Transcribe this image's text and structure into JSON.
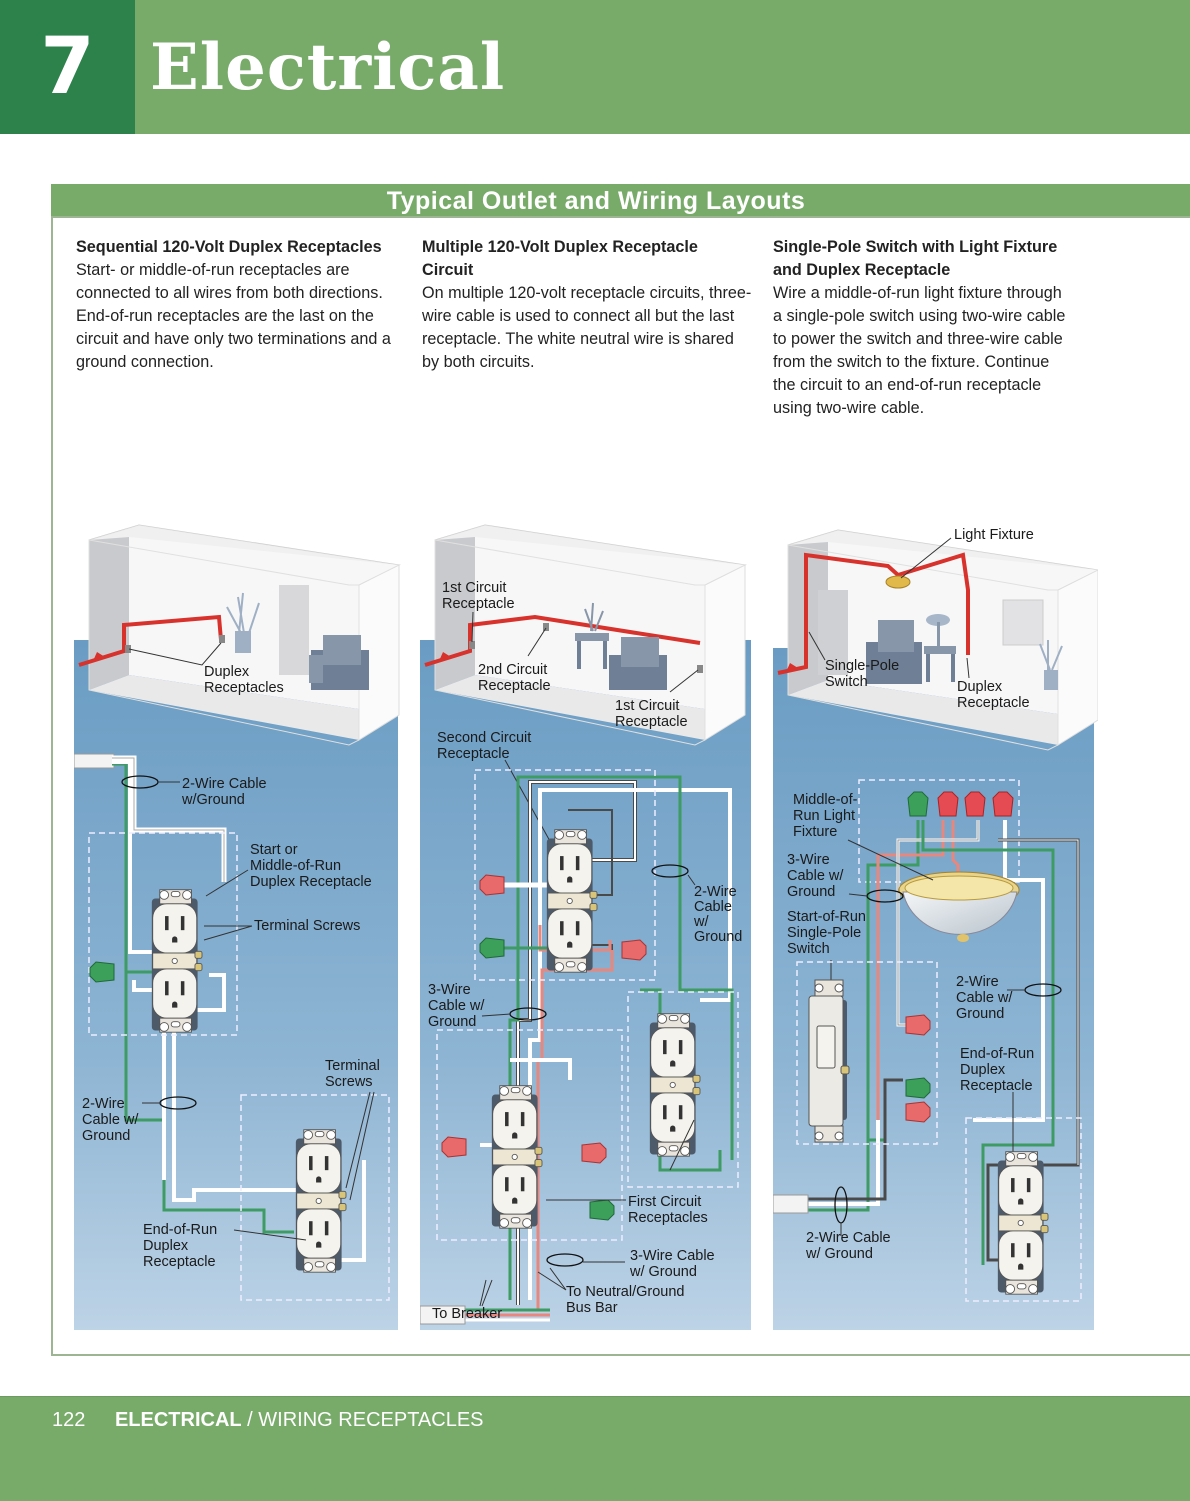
{
  "header": {
    "chapter_number": "7",
    "chapter_title": "Electrical"
  },
  "section": {
    "title": "Typical Outlet and Wiring Layouts"
  },
  "columns": [
    {
      "heading": "Sequential 120-Volt Duplex Receptacles",
      "body": "Start- or middle-of-run receptacles are connected to all wires from both directions. End-of-run receptacles are the last on the circuit and have only two terminations and a ground connection."
    },
    {
      "heading": "Multiple 120-Volt Duplex Receptacle Circuit",
      "body": "On multiple 120-volt receptacle circuits, three-wire cable is used to connect all but the last receptacle. The white neutral wire is shared by both circuits."
    },
    {
      "heading": "Single-Pole Switch with Light Fixture and Duplex Receptacle",
      "body": "Wire a middle-of-run light fixture through a single-pole switch using two-wire cable to power the switch and three-wire cable from the switch to the fixture. Continue the circuit to an end-of-run receptacle using two-wire cable."
    }
  ],
  "diagrams": [
    {
      "labels": {
        "room_duplex": [
          "Duplex",
          "Receptacles"
        ],
        "cable_top": [
          "2-Wire Cable",
          "w/Ground"
        ],
        "start_mid": [
          "Start or",
          "Middle-of-Run",
          "Duplex Receptacle"
        ],
        "terminal_screws": "Terminal Screws",
        "terminal_screws_2": [
          "Terminal",
          "Screws"
        ],
        "cable_mid": [
          "2-Wire",
          "Cable w/",
          "Ground"
        ],
        "end_run": [
          "End-of-Run",
          "Duplex",
          "Receptacle"
        ]
      }
    },
    {
      "labels": {
        "room_first_a": [
          "1st Circuit",
          "Receptacle"
        ],
        "room_second": [
          "2nd Circuit",
          "Receptacle"
        ],
        "room_first_b": [
          "1st Circuit",
          "Receptacle"
        ],
        "second_circuit": [
          "Second Circuit",
          "Receptacle"
        ],
        "cable_2wire": [
          "2-Wire",
          "Cable",
          "w/",
          "Ground"
        ],
        "cable_3wire": [
          "3-Wire",
          "Cable w/",
          "Ground"
        ],
        "first_circuit": [
          "First Circuit",
          "Receptacles"
        ],
        "cable_3wire_b": [
          "3-Wire Cable",
          "w/ Ground"
        ],
        "neutral_bus": [
          "To Neutral/Ground",
          "Bus Bar"
        ],
        "to_breaker": "To Breaker"
      }
    },
    {
      "labels": {
        "room_light": "Light Fixture",
        "room_switch": [
          "Single-Pole",
          "Switch"
        ],
        "room_duplex": [
          "Duplex",
          "Receptacle"
        ],
        "mid_run_fixture": [
          "Middle-of-",
          "Run Light",
          "Fixture"
        ],
        "cable_3wire": [
          "3-Wire",
          "Cable w/",
          "Ground"
        ],
        "start_switch": [
          "Start-of-Run",
          "Single-Pole",
          "Switch"
        ],
        "cable_2wire": [
          "2-Wire",
          "Cable w/",
          "Ground"
        ],
        "end_run": [
          "End-of-Run",
          "Duplex",
          "Receptacle"
        ],
        "cable_2wire_b": [
          "2-Wire Cable",
          "w/ Ground"
        ]
      }
    }
  ],
  "colors": {
    "green_dark": "#2c824a",
    "green_light": "#78ab6a",
    "panel_blue": "#6f9fc4",
    "hot_red": "#d8322c",
    "ground_green": "#3d9b63"
  },
  "footer": {
    "page_number": "122",
    "section": "ELECTRICAL",
    "separator": "/",
    "subsection": "WIRING RECEPTACLES"
  }
}
